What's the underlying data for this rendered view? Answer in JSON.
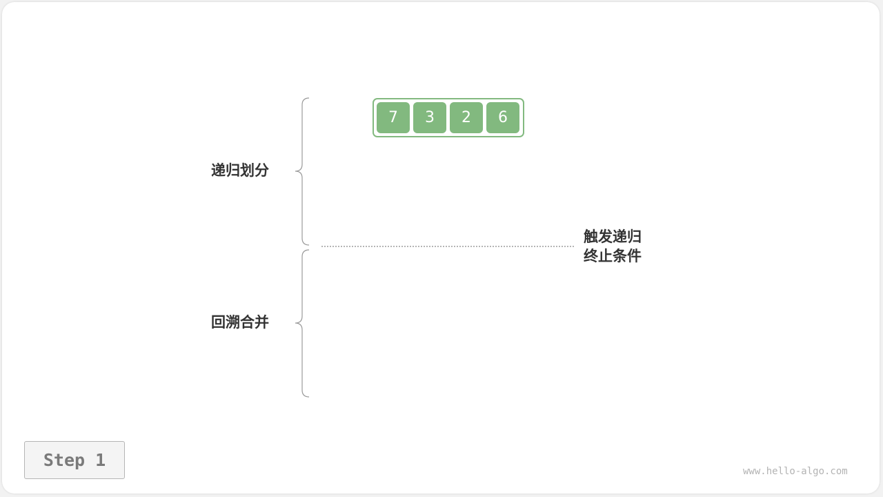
{
  "array": {
    "values": [
      "7",
      "3",
      "2",
      "6"
    ],
    "fill_color": "#82b97f",
    "border_color": "#82b97f"
  },
  "labels": {
    "recursive_divide": "递归划分",
    "backtrack_merge": "回溯合并",
    "termination_line1": "触发递归",
    "termination_line2": "终止条件"
  },
  "step": {
    "label": "Step 1"
  },
  "watermark": "www.hello-algo.com",
  "colors": {
    "text": "#333333",
    "brace": "#999999",
    "dotted_line": "#888888"
  }
}
